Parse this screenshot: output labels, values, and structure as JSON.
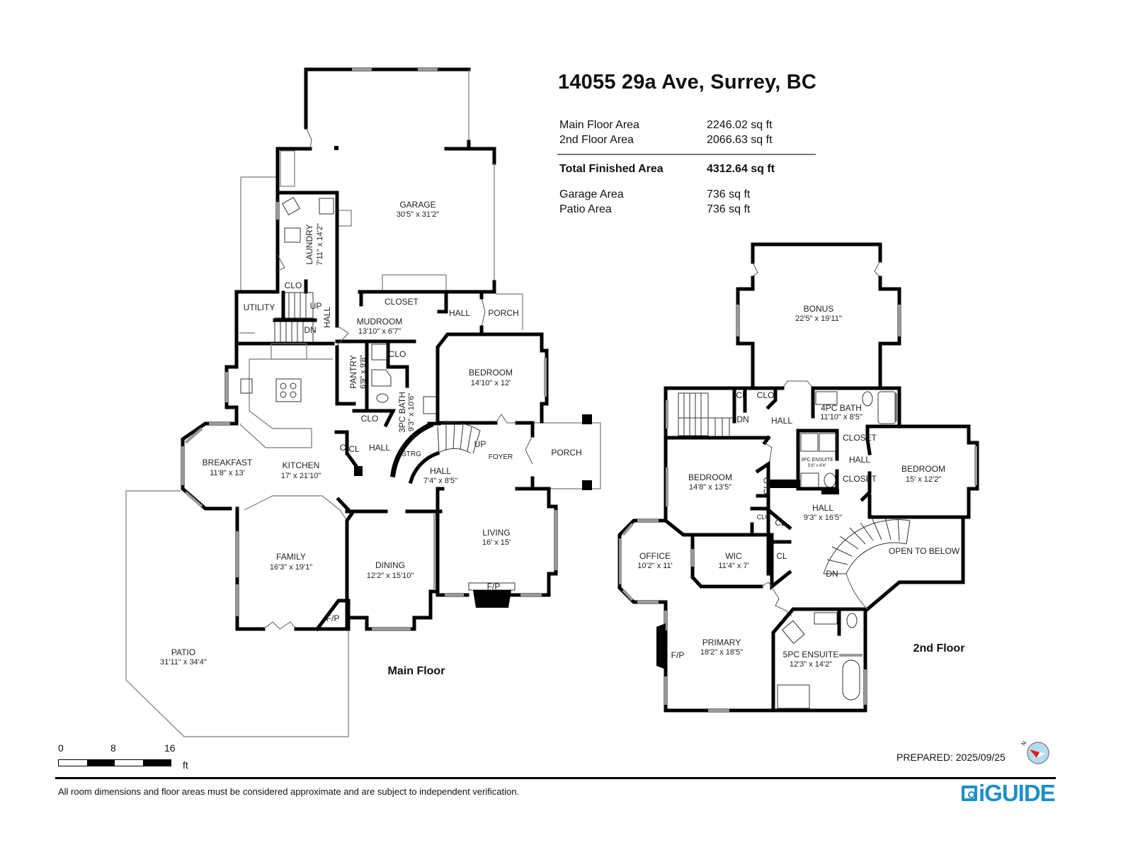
{
  "header": {
    "address": "14055 29a Ave, Surrey, BC"
  },
  "areas": {
    "main_floor": {
      "label": "Main Floor Area",
      "value": "2246.02 sq ft"
    },
    "second_floor": {
      "label": "2nd Floor Area",
      "value": "2066.63 sq ft"
    },
    "total": {
      "label": "Total Finished Area",
      "value": "4312.64 sq ft"
    },
    "garage": {
      "label": "Garage Area",
      "value": "736 sq ft"
    },
    "patio": {
      "label": "Patio Area",
      "value": "736 sq ft"
    }
  },
  "main_floor": {
    "label": "Main Floor",
    "rooms": {
      "garage": {
        "name": "GARAGE",
        "dim": "30'5\" x 31'2\""
      },
      "laundry": {
        "name": "LAUNDRY",
        "dim": "7'11\" x 14'2\""
      },
      "clo_laundry": {
        "name": "CLO"
      },
      "utility": {
        "name": "UTILITY"
      },
      "stairs_up": {
        "name": "UP"
      },
      "stairs_dn": {
        "name": "DN"
      },
      "hall_vertical": {
        "name": "HALL"
      },
      "closet": {
        "name": "CLOSET"
      },
      "mudroom": {
        "name": "MUDROOM",
        "dim": "13'10\" x 6'7\""
      },
      "hall_porch": {
        "name": "HALL"
      },
      "porch_north": {
        "name": "PORCH"
      },
      "pantry": {
        "name": "PANTRY",
        "dim": "6'9\" x 9'8\""
      },
      "clo_pantry": {
        "name": "CLO"
      },
      "bath_3pc": {
        "name": "3PC BATH",
        "dim": "9'3\" x 10'6\""
      },
      "bedroom": {
        "name": "BEDROOM",
        "dim": "14'10\" x 12'"
      },
      "clo_hall": {
        "name": "CLO"
      },
      "c": {
        "name": "C"
      },
      "cl": {
        "name": "CL"
      },
      "hall_small": {
        "name": "HALL"
      },
      "strg": {
        "name": "STRG"
      },
      "stairs_curved_up": {
        "name": "UP"
      },
      "breakfast": {
        "name": "BREAKFAST",
        "dim": "11'8\" x 13'"
      },
      "kitchen": {
        "name": "KITCHEN",
        "dim": "17' x 21'10\""
      },
      "hall_stair": {
        "name": "HALL",
        "dim": "7'4\" x 8'5\""
      },
      "foyer": {
        "name": "FOYER"
      },
      "porch_east": {
        "name": "PORCH"
      },
      "family": {
        "name": "FAMILY",
        "dim": "16'3\" x 19'1\""
      },
      "dining": {
        "name": "DINING",
        "dim": "12'2\" x 15'10\""
      },
      "living": {
        "name": "LIVING",
        "dim": "16' x 15'"
      },
      "fp_living": {
        "name": "F/P"
      },
      "fp_family": {
        "name": "F/P"
      },
      "patio": {
        "name": "PATIO",
        "dim": "31'11\" x 34'4\""
      }
    }
  },
  "second_floor": {
    "label": "2nd Floor",
    "rooms": {
      "bonus": {
        "name": "BONUS",
        "dim": "22'5\" x 19'11\""
      },
      "cl_top": {
        "name": "CL"
      },
      "clo_top": {
        "name": "CLO"
      },
      "stairs_dn": {
        "name": "DN"
      },
      "hall_top": {
        "name": "HALL"
      },
      "bath_4pc": {
        "name": "4PC BATH",
        "dim": "11'10\" x 8'5\""
      },
      "ensuite_3pc": {
        "name": "3PC ENSUITE",
        "dim": "5'8\" x 8'4\""
      },
      "closet_a": {
        "name": "CLOSET"
      },
      "hall_mid": {
        "name": "HALL"
      },
      "closet_b": {
        "name": "CLOSET"
      },
      "bedroom_west": {
        "name": "BEDROOM",
        "dim": "14'8\" x 13'5\""
      },
      "clo_bed": {
        "name": "CLO"
      },
      "bedroom_east": {
        "name": "BEDROOM",
        "dim": "15' x 12'2\""
      },
      "hall_main": {
        "name": "HALL",
        "dim": "9'3\" x 16'5\""
      },
      "clo_small": {
        "name": "CLO"
      },
      "cl_a": {
        "name": "CL"
      },
      "cl_b": {
        "name": "CL"
      },
      "office": {
        "name": "OFFICE",
        "dim": "10'2\" x 11'"
      },
      "wic": {
        "name": "WIC",
        "dim": "11'4\" x 7'"
      },
      "open_to_below": {
        "name": "OPEN TO BELOW"
      },
      "stairs_curved_dn": {
        "name": "DN"
      },
      "primary": {
        "name": "PRIMARY",
        "dim": "18'2\" x 18'5\""
      },
      "fp_primary": {
        "name": "F/P"
      },
      "ensuite_5pc": {
        "name": "5PC ENSUITE",
        "dim": "12'3\" x 14'2\""
      }
    }
  },
  "scale_bar": {
    "ticks": [
      "0",
      "8",
      "16"
    ],
    "unit": "ft"
  },
  "footer": {
    "prepared": "PREPARED: 2025/09/25",
    "disclaimer": "All room dimensions and floor areas must be considered approximate and are subject to independent verification.",
    "brand": "iGUIDE",
    "brand_color": "#1f8fc7",
    "compass_north": "N",
    "compass_color": "#e31b1b"
  }
}
